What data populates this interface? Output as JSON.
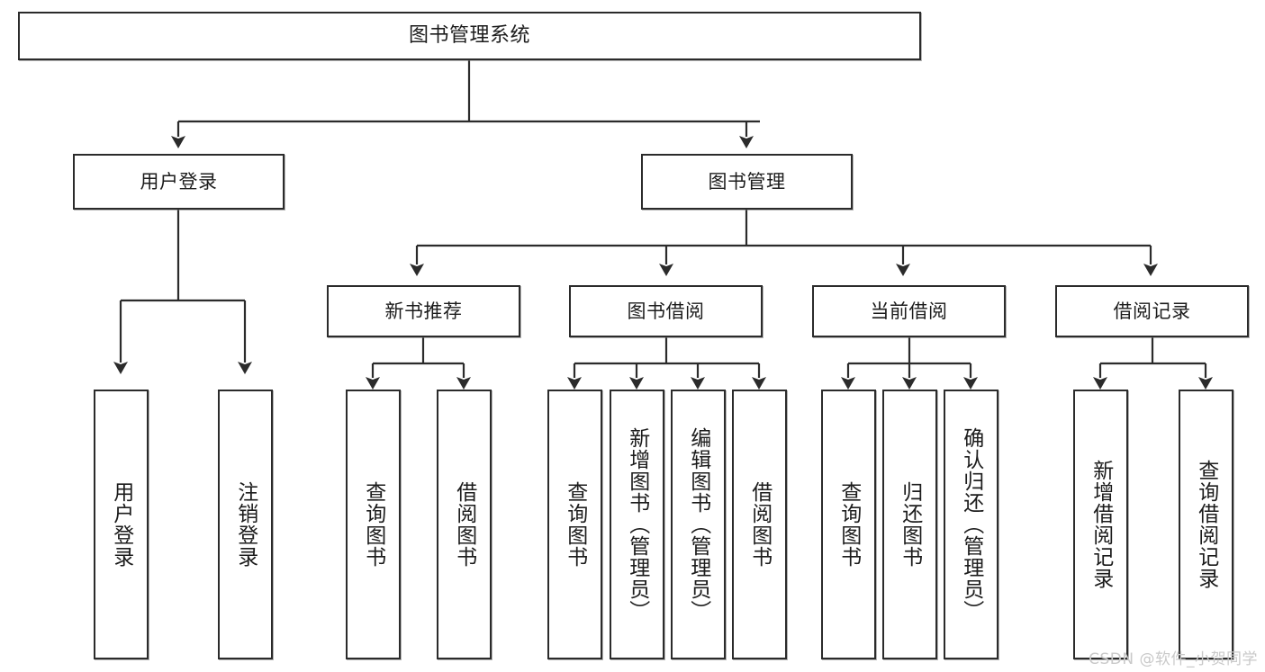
{
  "diagram": {
    "title": "图书管理系统",
    "type": "tree",
    "watermark": "CSDN @软件_小贺同学",
    "colors": {
      "box_border": "#2b2b2b",
      "box_fill": "#ffffff",
      "connector": "#2b2b2b",
      "text": "#1c1c1c",
      "watermark": "#c9c9c9",
      "background": "#ffffff"
    },
    "nodes": {
      "root": {
        "label": "图书管理系统"
      },
      "level2": [
        {
          "id": "user-login",
          "label": "用户登录"
        },
        {
          "id": "book-manage",
          "label": "图书管理"
        }
      ],
      "level3": [
        {
          "id": "new-book-recommend",
          "label": "新书推荐"
        },
        {
          "id": "book-borrow",
          "label": "图书借阅"
        },
        {
          "id": "current-borrow",
          "label": "当前借阅"
        },
        {
          "id": "borrow-record",
          "label": "借阅记录"
        }
      ],
      "leaves": {
        "user-login": [
          {
            "id": "leaf-user-login",
            "label": "用户登录"
          },
          {
            "id": "leaf-logout-login",
            "label": "注销登录"
          }
        ],
        "new-book-recommend": [
          {
            "id": "leaf-query-book-1",
            "label": "查询图书"
          },
          {
            "id": "leaf-borrow-book-1",
            "label": "借阅图书"
          }
        ],
        "book-borrow": [
          {
            "id": "leaf-query-book-2",
            "label": "查询图书"
          },
          {
            "id": "leaf-add-book-admin",
            "label": "新增图书（管理员）"
          },
          {
            "id": "leaf-edit-book-admin",
            "label": "编辑图书（管理员）"
          },
          {
            "id": "leaf-borrow-book-2",
            "label": "借阅图书"
          }
        ],
        "current-borrow": [
          {
            "id": "leaf-query-book-3",
            "label": "查询图书"
          },
          {
            "id": "leaf-return-book",
            "label": "归还图书"
          },
          {
            "id": "leaf-confirm-return-admin",
            "label": "确认归还（管理员）"
          }
        ],
        "borrow-record": [
          {
            "id": "leaf-add-borrow-record",
            "label": "新增借阅记录"
          },
          {
            "id": "leaf-query-borrow-record",
            "label": "查询借阅记录"
          }
        ]
      }
    }
  }
}
